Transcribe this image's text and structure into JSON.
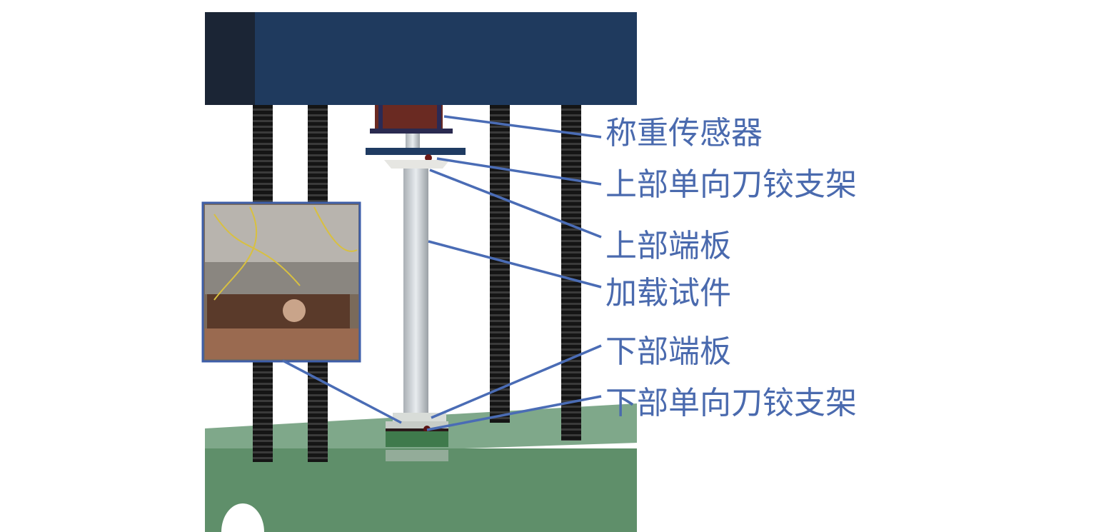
{
  "labels": {
    "load_cell": "称重传感器",
    "upper_hinge": "上部单向刀铰支架",
    "upper_plate": "上部端板",
    "specimen": "加载试件",
    "lower_plate": "下部端板",
    "lower_hinge": "下部单向刀铰支架"
  },
  "colors": {
    "leader": "#4a6cb5",
    "top_beam": "#1f3a5e",
    "base": "#5f8f6a",
    "rod": "#1a1a1a"
  }
}
